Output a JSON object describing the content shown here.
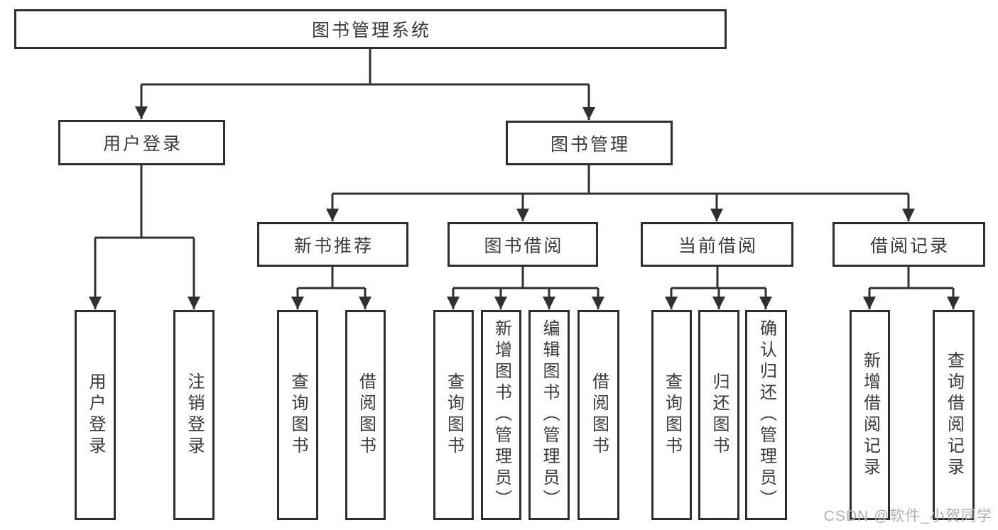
{
  "diagram": {
    "title": "图书管理系统",
    "root": {
      "label": "图书管理系统"
    },
    "branches": [
      {
        "label": "用户登录",
        "children": [
          "用户登录",
          "注销登录"
        ]
      },
      {
        "label": "图书管理",
        "sections": [
          {
            "label": "新书推荐",
            "children": [
              "查询图书",
              "借阅图书"
            ]
          },
          {
            "label": "图书借阅",
            "children": [
              "查询图书",
              "新增图书（管理员）",
              "编辑图书（管理员）",
              "借阅图书"
            ]
          },
          {
            "label": "当前借阅",
            "children": [
              "查询图书",
              "归还图书",
              "确认归还（管理员）"
            ]
          },
          {
            "label": "借阅记录",
            "children": [
              "新增借阅记录",
              "查询借阅记录"
            ]
          }
        ]
      }
    ],
    "watermark": "CSDN @软件_小贺同学",
    "colors": {
      "background": "#ffffff",
      "box_border": "#2e2e2e",
      "text": "#3a3a3a",
      "connector": "#303030",
      "watermark": "#b0b0b0"
    }
  }
}
